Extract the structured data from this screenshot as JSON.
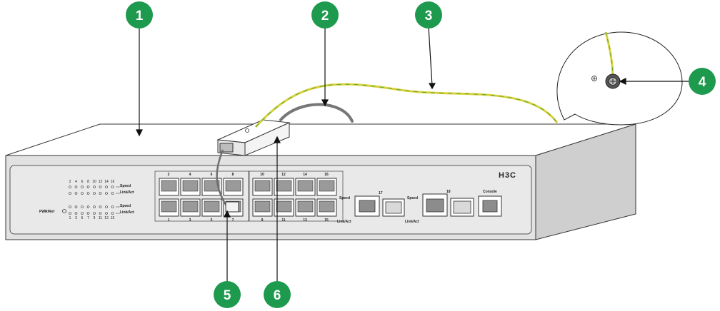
{
  "device": {
    "logo": "H3C",
    "port_numbers_top_left": [
      "2",
      "4",
      "6",
      "8"
    ],
    "port_numbers_top_right": [
      "10",
      "12",
      "14",
      "16"
    ],
    "port_numbers_bottom_left": [
      "1",
      "3",
      "5",
      "7"
    ],
    "port_numbers_bottom_right": [
      "9",
      "11",
      "13",
      "15"
    ],
    "led_numbers_top": [
      "2",
      "4",
      "6",
      "8",
      "10",
      "12",
      "14",
      "16"
    ],
    "led_numbers_bottom": [
      "1",
      "3",
      "5",
      "7",
      "9",
      "11",
      "13",
      "15"
    ],
    "led_label_speed": "Speed",
    "led_label_linkact": "Link/Act",
    "power_label": "PWR/Ref",
    "sfp_port_17": "17",
    "sfp_port_18": "18",
    "console_label": "Console"
  },
  "callouts": [
    "1",
    "2",
    "3",
    "4",
    "5",
    "6"
  ],
  "colors": {
    "callout_fill": "#1e9a4e",
    "ground_wire_yellow": "#d8d23a",
    "ground_wire_green": "#5aa33a",
    "cable_gray": "#8a8a8a"
  }
}
